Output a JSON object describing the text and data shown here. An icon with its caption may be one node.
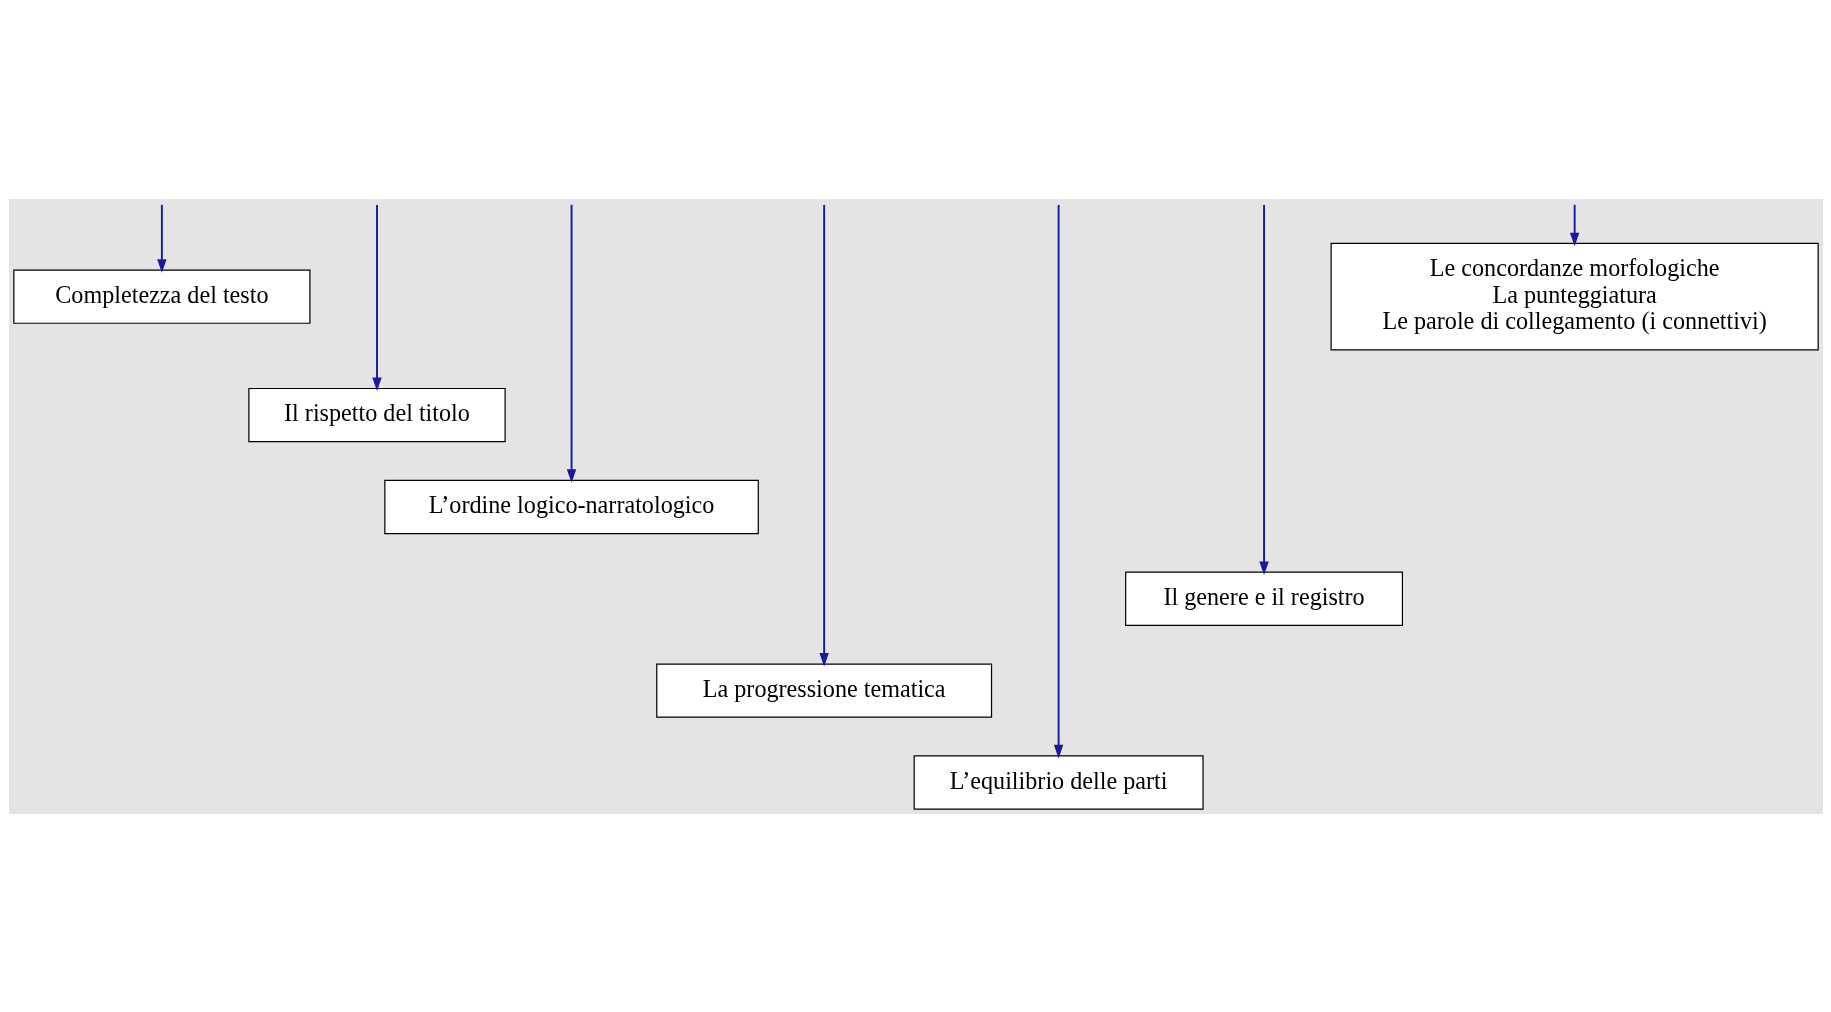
{
  "diagram": {
    "nodes": [
      {
        "text": [
          "Completezza del testo"
        ]
      },
      {
        "text": [
          "Il rispetto del titolo"
        ]
      },
      {
        "text": [
          "L’ordine logico-narratologico"
        ]
      },
      {
        "text": [
          "La progressione tematica"
        ]
      },
      {
        "text": [
          "L’equilibrio delle parti"
        ]
      },
      {
        "text": [
          "Il genere e il registro"
        ]
      },
      {
        "text": [
          "Le concordanze morfologiche",
          "La punteggiatura",
          "Le parole di collegamento (i connettivi)"
        ]
      }
    ],
    "edges": [
      {
        "from": null,
        "to": 0,
        "arrow": "to"
      },
      {
        "from": null,
        "to": 1,
        "arrow": "to"
      },
      {
        "from": null,
        "to": 2,
        "arrow": "to"
      },
      {
        "from": null,
        "to": 3,
        "arrow": "to"
      },
      {
        "from": null,
        "to": 4,
        "arrow": "to"
      },
      {
        "from": null,
        "to": 5,
        "arrow": "to"
      },
      {
        "from": null,
        "to": 6,
        "arrow": "to"
      }
    ]
  }
}
